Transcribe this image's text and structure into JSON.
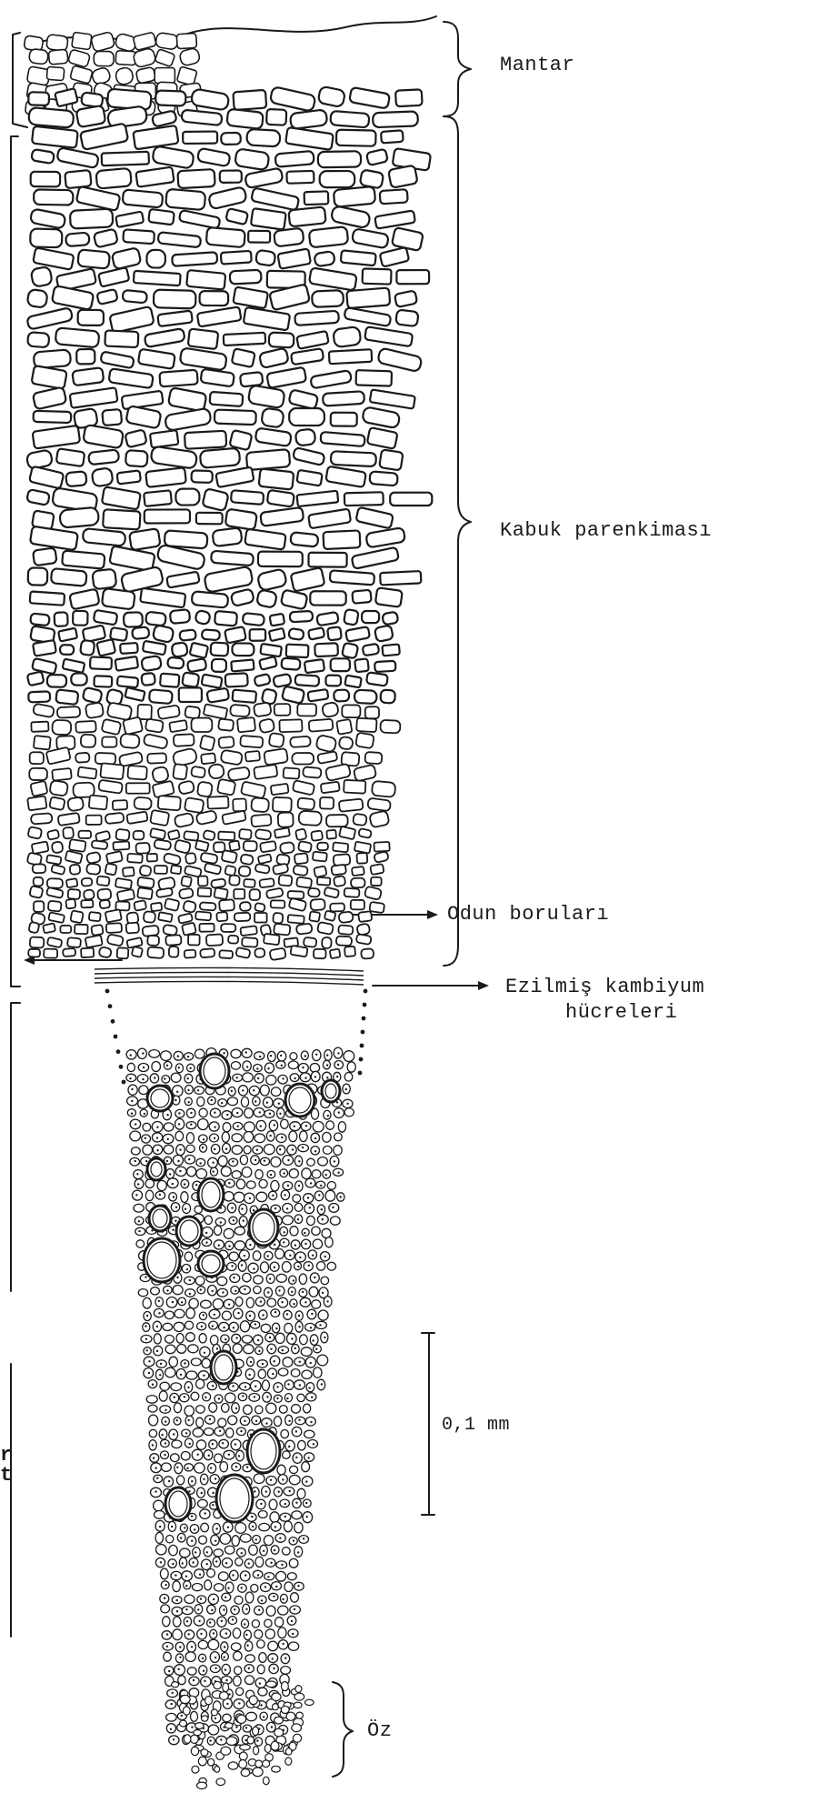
{
  "labels": {
    "mantar": "Mantar",
    "kabuk": "Kabuk parenkiması",
    "ezilmis_line1": "Ezilmiş kambiyum",
    "ezilmis_line2": "hücreleri",
    "odun": "Odun boruları",
    "scale": "0,1 mm",
    "oz": "Öz"
  },
  "left_fragments": [
    "r",
    "t"
  ],
  "colors": {
    "ink": "#1a1a1a",
    "paper": "#ffffff"
  }
}
